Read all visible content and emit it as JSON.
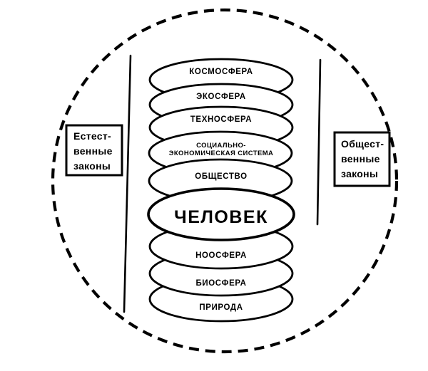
{
  "diagram": {
    "layers_top_to_bottom": [
      {
        "id": "cosmosphere",
        "label": "КОСМОСФЕРА"
      },
      {
        "id": "ecosphere",
        "label": "ЭКОСФЕРА"
      },
      {
        "id": "technosphere",
        "label": "ТЕХНОСФЕРА"
      },
      {
        "id": "socioeconomic-system",
        "label_line1": "СОЦИАЛЬНО-",
        "label_line2": "ЭКОНОМИЧЕСКАЯ СИСТЕМА"
      },
      {
        "id": "society",
        "label": "ОБЩЕСТВО"
      },
      {
        "id": "human",
        "label": "ЧЕЛОВЕК"
      },
      {
        "id": "noosphere",
        "label": "НООСФЕРА"
      },
      {
        "id": "biosphere",
        "label": "БИОСФЕРА"
      },
      {
        "id": "nature",
        "label": "ПРИРОДА"
      }
    ],
    "left_box": {
      "line1": "Естест-",
      "line2": "венные",
      "line3": "законы"
    },
    "right_box": {
      "line1": "Общест-",
      "line2": "венные",
      "line3": "законы"
    },
    "colors": {
      "ink": "#000000",
      "paper": "#ffffff"
    }
  }
}
